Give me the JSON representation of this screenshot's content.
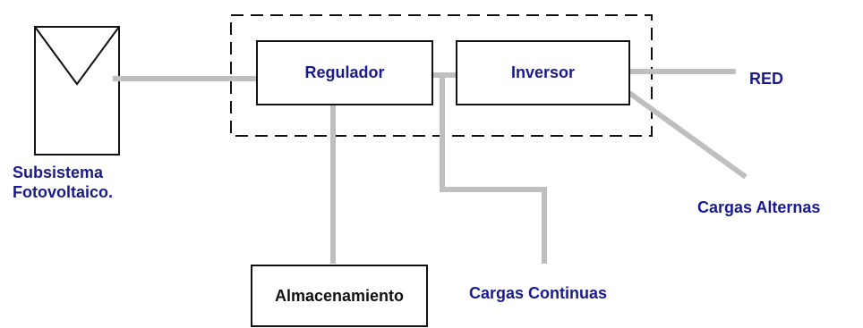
{
  "labels": {
    "regulador": "Regulador",
    "inversor": "Inversor",
    "red": "RED",
    "subsistema_line1": "Subsistema",
    "subsistema_line2": "Fotovoltaico.",
    "cargas_alternas": "Cargas Alternas",
    "almacenamiento": "Almacenamiento",
    "cargas_continuas": "Cargas Continuas"
  },
  "colors": {
    "label_blue": "#1a1a8c",
    "box_text_regulador": "#1a1a8c",
    "box_text_inversor": "#1a1a8c",
    "box_text_almacenamiento": "#111111",
    "connector_gray": "#bfbfbf",
    "outline": "#111111"
  },
  "icons": {
    "pv_panel": "solar-panel-icon"
  }
}
